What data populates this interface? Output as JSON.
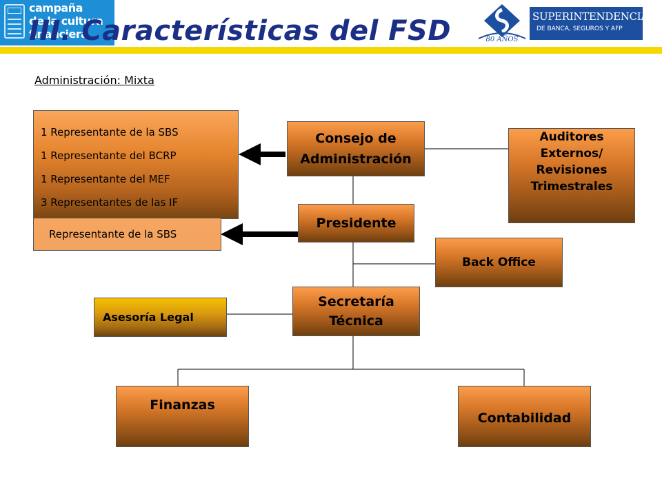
{
  "header": {
    "logo_left": {
      "lines": [
        "campaña",
        "de la cultura",
        "financiera"
      ],
      "color": "#1d8fd6"
    },
    "title": "III. Características del FSD",
    "emblem_text": "80 AÑOS",
    "logo_right": {
      "line1": "SUPERINTENDENCIA",
      "line2": "DE BANCA, SEGUROS Y AFP",
      "color": "#1d4fa0"
    }
  },
  "subtitle": "Administración: Mixta",
  "representatives": [
    "1 Representante de la SBS",
    "1 Representante del BCRP",
    "1 Representante del MEF",
    "3 Representantes de las IF"
  ],
  "president_rep": "Representante de la SBS",
  "org": {
    "consejo": [
      "Consejo de",
      "Administración"
    ],
    "auditores": [
      "Auditores",
      "Externos/",
      "Revisiones",
      "Trimestrales"
    ],
    "presidente": "Presidente",
    "back_office": "Back Office",
    "secretaria": [
      "Secretaría",
      "Técnica"
    ],
    "asesoria": "Asesoría Legal",
    "finanzas": "Finanzas",
    "contabilidad": "Contabilidad"
  },
  "colors": {
    "box_top": "#fb9d4b",
    "box_bottom": "#6e3f0f",
    "asesoria_top": "#f5c000",
    "accent_yellow": "#f5d800",
    "title": "#1b2f86"
  }
}
